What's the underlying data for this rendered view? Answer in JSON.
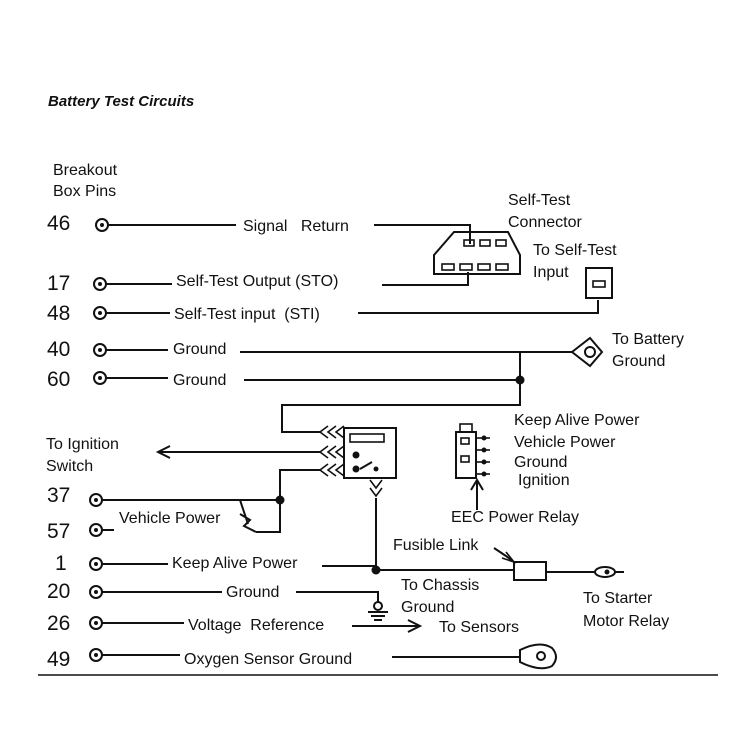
{
  "title": "Battery Test Circuits",
  "header": {
    "line1": "Breakout",
    "line2": "Box Pins"
  },
  "pins": [
    {
      "num": "46",
      "label": "Signal   Return"
    },
    {
      "num": "17",
      "label": "Self-Test Output (STO)"
    },
    {
      "num": "48",
      "label": "Self-Test input  (STI)"
    },
    {
      "num": "40",
      "label": "Ground"
    },
    {
      "num": "60",
      "label": "Ground"
    },
    {
      "num": "37",
      "label": ""
    },
    {
      "num": "57",
      "label": "Vehicle Power"
    },
    {
      "num": "1",
      "label": "Keep Alive Power"
    },
    {
      "num": "20",
      "label": "Ground"
    },
    {
      "num": "26",
      "label": "Voltage  Reference"
    },
    {
      "num": "49",
      "label": "Oxygen Sensor Ground"
    }
  ],
  "callouts": {
    "self_test_connector": [
      "Self-Test",
      "Connector"
    ],
    "self_test_input": [
      "To Self-Test",
      "Input"
    ],
    "battery_ground": [
      "To Battery",
      "Ground"
    ],
    "ignition_switch": [
      "To Ignition",
      "Switch"
    ],
    "relay_legend": [
      "Keep Alive Power",
      "Vehicle Power",
      "Ground",
      "Ignition"
    ],
    "eec_power_relay": "EEC Power Relay",
    "fusible_link": "Fusible Link",
    "chassis_ground": [
      "To Chassis",
      "Ground"
    ],
    "starter_relay": [
      "To Starter",
      "Motor Relay"
    ],
    "to_sensors": "To Sensors"
  }
}
